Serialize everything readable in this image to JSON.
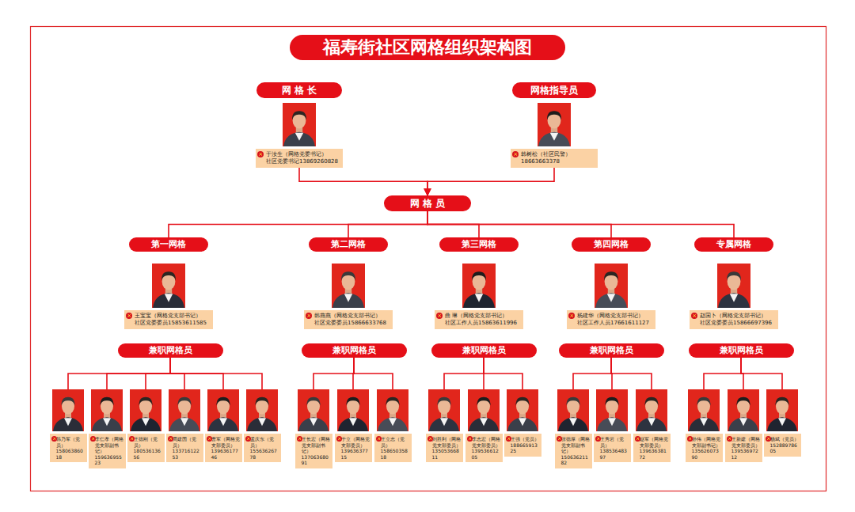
{
  "diagram": {
    "title": "福寿街社区网格组织架构图",
    "nodes": [
      {
        "text": [
          "网 格 长"
        ]
      },
      {
        "text": [
          "于汝生（网格党委书记）",
          "社区党委书记13869260828"
        ]
      },
      {
        "text": [
          "网格指导员"
        ]
      },
      {
        "text": [
          "韩树松（社区民警）",
          "18663663378"
        ]
      },
      {
        "text": [
          "网 格 员"
        ]
      },
      {
        "text": [
          "第一网格"
        ]
      },
      {
        "text": [
          "第二网格"
        ]
      },
      {
        "text": [
          "第三网格"
        ]
      },
      {
        "text": [
          "第四网格"
        ]
      },
      {
        "text": [
          "专属网格"
        ]
      },
      {
        "text": [
          "王宝宝（网格党支部书记）",
          "社区党委委员15853611585"
        ]
      },
      {
        "text": [
          "韩燕燕（网格党支部书记）",
          "社区党委委员15866633768"
        ]
      },
      {
        "text": [
          "曲 琳（网格党支部书记）",
          "社区工作人员15863611996"
        ]
      },
      {
        "text": [
          "杨建华（网格党支部书记）",
          "社区工作人员17661611127"
        ]
      },
      {
        "text": [
          "赵国卜（网格党支部书记）",
          "社区党委委员15866697396"
        ]
      },
      {
        "text": [
          "兼职网格员"
        ]
      },
      {
        "text": [
          "兼职网格员"
        ]
      },
      {
        "text": [
          "兼职网格员"
        ]
      },
      {
        "text": [
          "兼职网格员"
        ]
      },
      {
        "text": [
          "兼职网格员"
        ]
      },
      {
        "text": [
          "韩乃军（党员）",
          "15806386018"
        ]
      },
      {
        "text": [
          "李仁孝（网格党支部副书记）",
          "15963695523"
        ]
      },
      {
        "text": [
          "王德刚（党员）",
          "18053613656"
        ]
      },
      {
        "text": [
          "周建国（党员）",
          "13371612253"
        ]
      },
      {
        "text": [
          "曹军（网格党支部委员）",
          "13963617746"
        ]
      },
      {
        "text": [
          "孟庆东（党员）",
          "15563626778"
        ]
      },
      {
        "text": [
          "王长宏（网格党支部副书记）",
          "13706368091"
        ]
      },
      {
        "text": [
          "于立（网格党支部委员）",
          "13963637715"
        ]
      },
      {
        "text": [
          "王立志（党员）",
          "15865035818"
        ]
      },
      {
        "text": [
          "刘胜利（网格党支部委员）",
          "13505366811"
        ]
      },
      {
        "text": [
          "李志宏（网格党支部委员）",
          "13953661205"
        ]
      },
      {
        "text": [
          "王强（党员）",
          "18866591325"
        ]
      },
      {
        "text": [
          "张德厚（网格党支部副书记）",
          "15063621182"
        ]
      },
      {
        "text": [
          "王秀岩（党员）",
          "13853648397"
        ]
      },
      {
        "text": [
          "赵军（网格党支部委员）",
          "13963638172"
        ]
      },
      {
        "text": [
          "孙伟（网格党支部副书记）",
          "13562607390"
        ]
      },
      {
        "text": [
          "王新建（网格党支部委员）",
          "13953697212"
        ]
      },
      {
        "text": [
          "杨斌（党员）",
          "15288978605"
        ]
      }
    ],
    "edges": [
      {
        "from": 1,
        "to": 4,
        "arrow": "to"
      },
      {
        "from": 3,
        "to": 4,
        "arrow": "to"
      },
      {
        "from": 4,
        "to": 5,
        "arrow": "none"
      },
      {
        "from": 4,
        "to": 6,
        "arrow": "none"
      },
      {
        "from": 4,
        "to": 7,
        "arrow": "none"
      },
      {
        "from": 4,
        "to": 8,
        "arrow": "none"
      },
      {
        "from": 4,
        "to": 9,
        "arrow": "none"
      },
      {
        "from": 15,
        "to": 20,
        "arrow": "none"
      },
      {
        "from": 15,
        "to": 21,
        "arrow": "none"
      },
      {
        "from": 15,
        "to": 22,
        "arrow": "none"
      },
      {
        "from": 15,
        "to": 23,
        "arrow": "none"
      },
      {
        "from": 15,
        "to": 24,
        "arrow": "none"
      },
      {
        "from": 15,
        "to": 25,
        "arrow": "none"
      },
      {
        "from": 16,
        "to": 26,
        "arrow": "none"
      },
      {
        "from": 16,
        "to": 27,
        "arrow": "none"
      },
      {
        "from": 16,
        "to": 28,
        "arrow": "none"
      },
      {
        "from": 17,
        "to": 29,
        "arrow": "none"
      },
      {
        "from": 17,
        "to": 30,
        "arrow": "none"
      },
      {
        "from": 17,
        "to": 31,
        "arrow": "none"
      },
      {
        "from": 18,
        "to": 32,
        "arrow": "none"
      },
      {
        "from": 18,
        "to": 33,
        "arrow": "none"
      },
      {
        "from": 18,
        "to": 34,
        "arrow": "none"
      },
      {
        "from": 19,
        "to": 35,
        "arrow": "none"
      },
      {
        "from": 19,
        "to": 36,
        "arrow": "none"
      },
      {
        "from": 19,
        "to": 37,
        "arrow": "none"
      }
    ]
  }
}
